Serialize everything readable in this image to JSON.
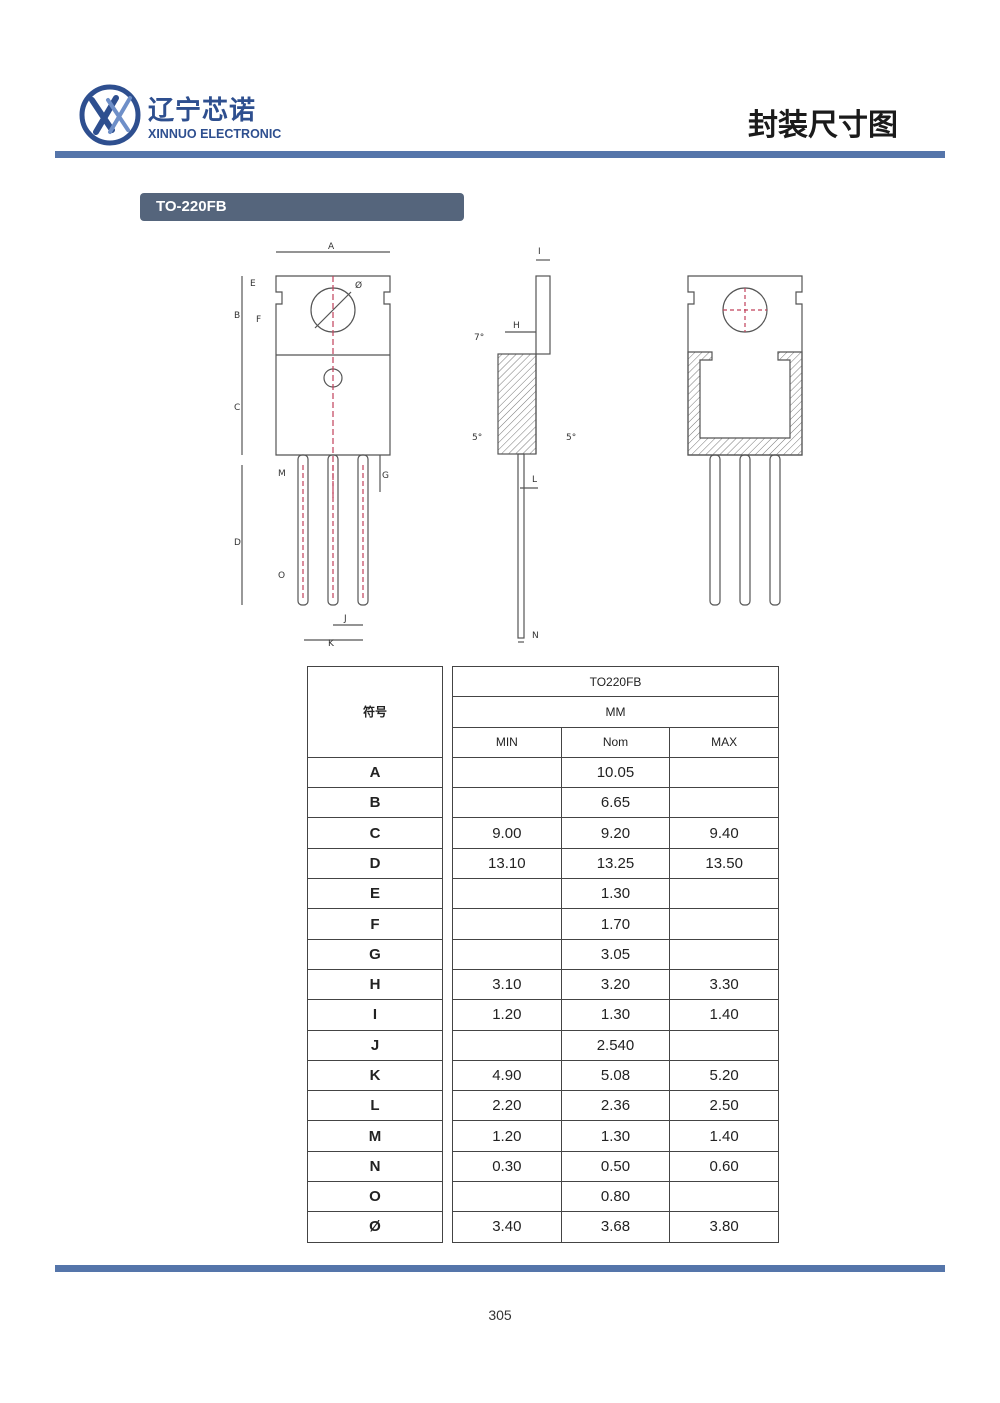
{
  "header": {
    "brand_cn": "辽宁芯诺",
    "brand_en": "XINNUO ELECTRONIC",
    "title": "封装尺寸图"
  },
  "package_label": "TO-220FB",
  "drawing_labels": {
    "A": "A",
    "B": "B",
    "C": "C",
    "D": "D",
    "E": "E",
    "F": "F",
    "G": "G",
    "H": "H",
    "I": "I",
    "J": "J",
    "K": "K",
    "L": "L",
    "M": "M",
    "N": "N",
    "O": "O",
    "phi": "Ø",
    "angle7": "7°",
    "angle5a": "5°",
    "angle5b": "5°"
  },
  "table": {
    "symbol_header": "符号",
    "package_header": "TO220FB",
    "unit_header": "MM",
    "columns": [
      "MIN",
      "Nom",
      "MAX"
    ],
    "rows": [
      {
        "sym": "A",
        "min": "",
        "nom": "10.05",
        "max": ""
      },
      {
        "sym": "B",
        "min": "",
        "nom": "6.65",
        "max": ""
      },
      {
        "sym": "C",
        "min": "9.00",
        "nom": "9.20",
        "max": "9.40"
      },
      {
        "sym": "D",
        "min": "13.10",
        "nom": "13.25",
        "max": "13.50"
      },
      {
        "sym": "E",
        "min": "",
        "nom": "1.30",
        "max": ""
      },
      {
        "sym": "F",
        "min": "",
        "nom": "1.70",
        "max": ""
      },
      {
        "sym": "G",
        "min": "",
        "nom": "3.05",
        "max": ""
      },
      {
        "sym": "H",
        "min": "3.10",
        "nom": "3.20",
        "max": "3.30"
      },
      {
        "sym": "I",
        "min": "1.20",
        "nom": "1.30",
        "max": "1.40"
      },
      {
        "sym": "J",
        "min": "",
        "nom": "2.540",
        "max": ""
      },
      {
        "sym": "K",
        "min": "4.90",
        "nom": "5.08",
        "max": "5.20"
      },
      {
        "sym": "L",
        "min": "2.20",
        "nom": "2.36",
        "max": "2.50"
      },
      {
        "sym": "M",
        "min": "1.20",
        "nom": "1.30",
        "max": "1.40"
      },
      {
        "sym": "N",
        "min": "0.30",
        "nom": "0.50",
        "max": "0.60"
      },
      {
        "sym": "O",
        "min": "",
        "nom": "0.80",
        "max": ""
      },
      {
        "sym": "Ø",
        "min": "3.40",
        "nom": "3.68",
        "max": "3.80"
      }
    ]
  },
  "page_number": "305",
  "colors": {
    "rule": "#5575aa",
    "tab": "#55657c",
    "brand": "#2e4f8f",
    "lead": "#c0405a"
  }
}
